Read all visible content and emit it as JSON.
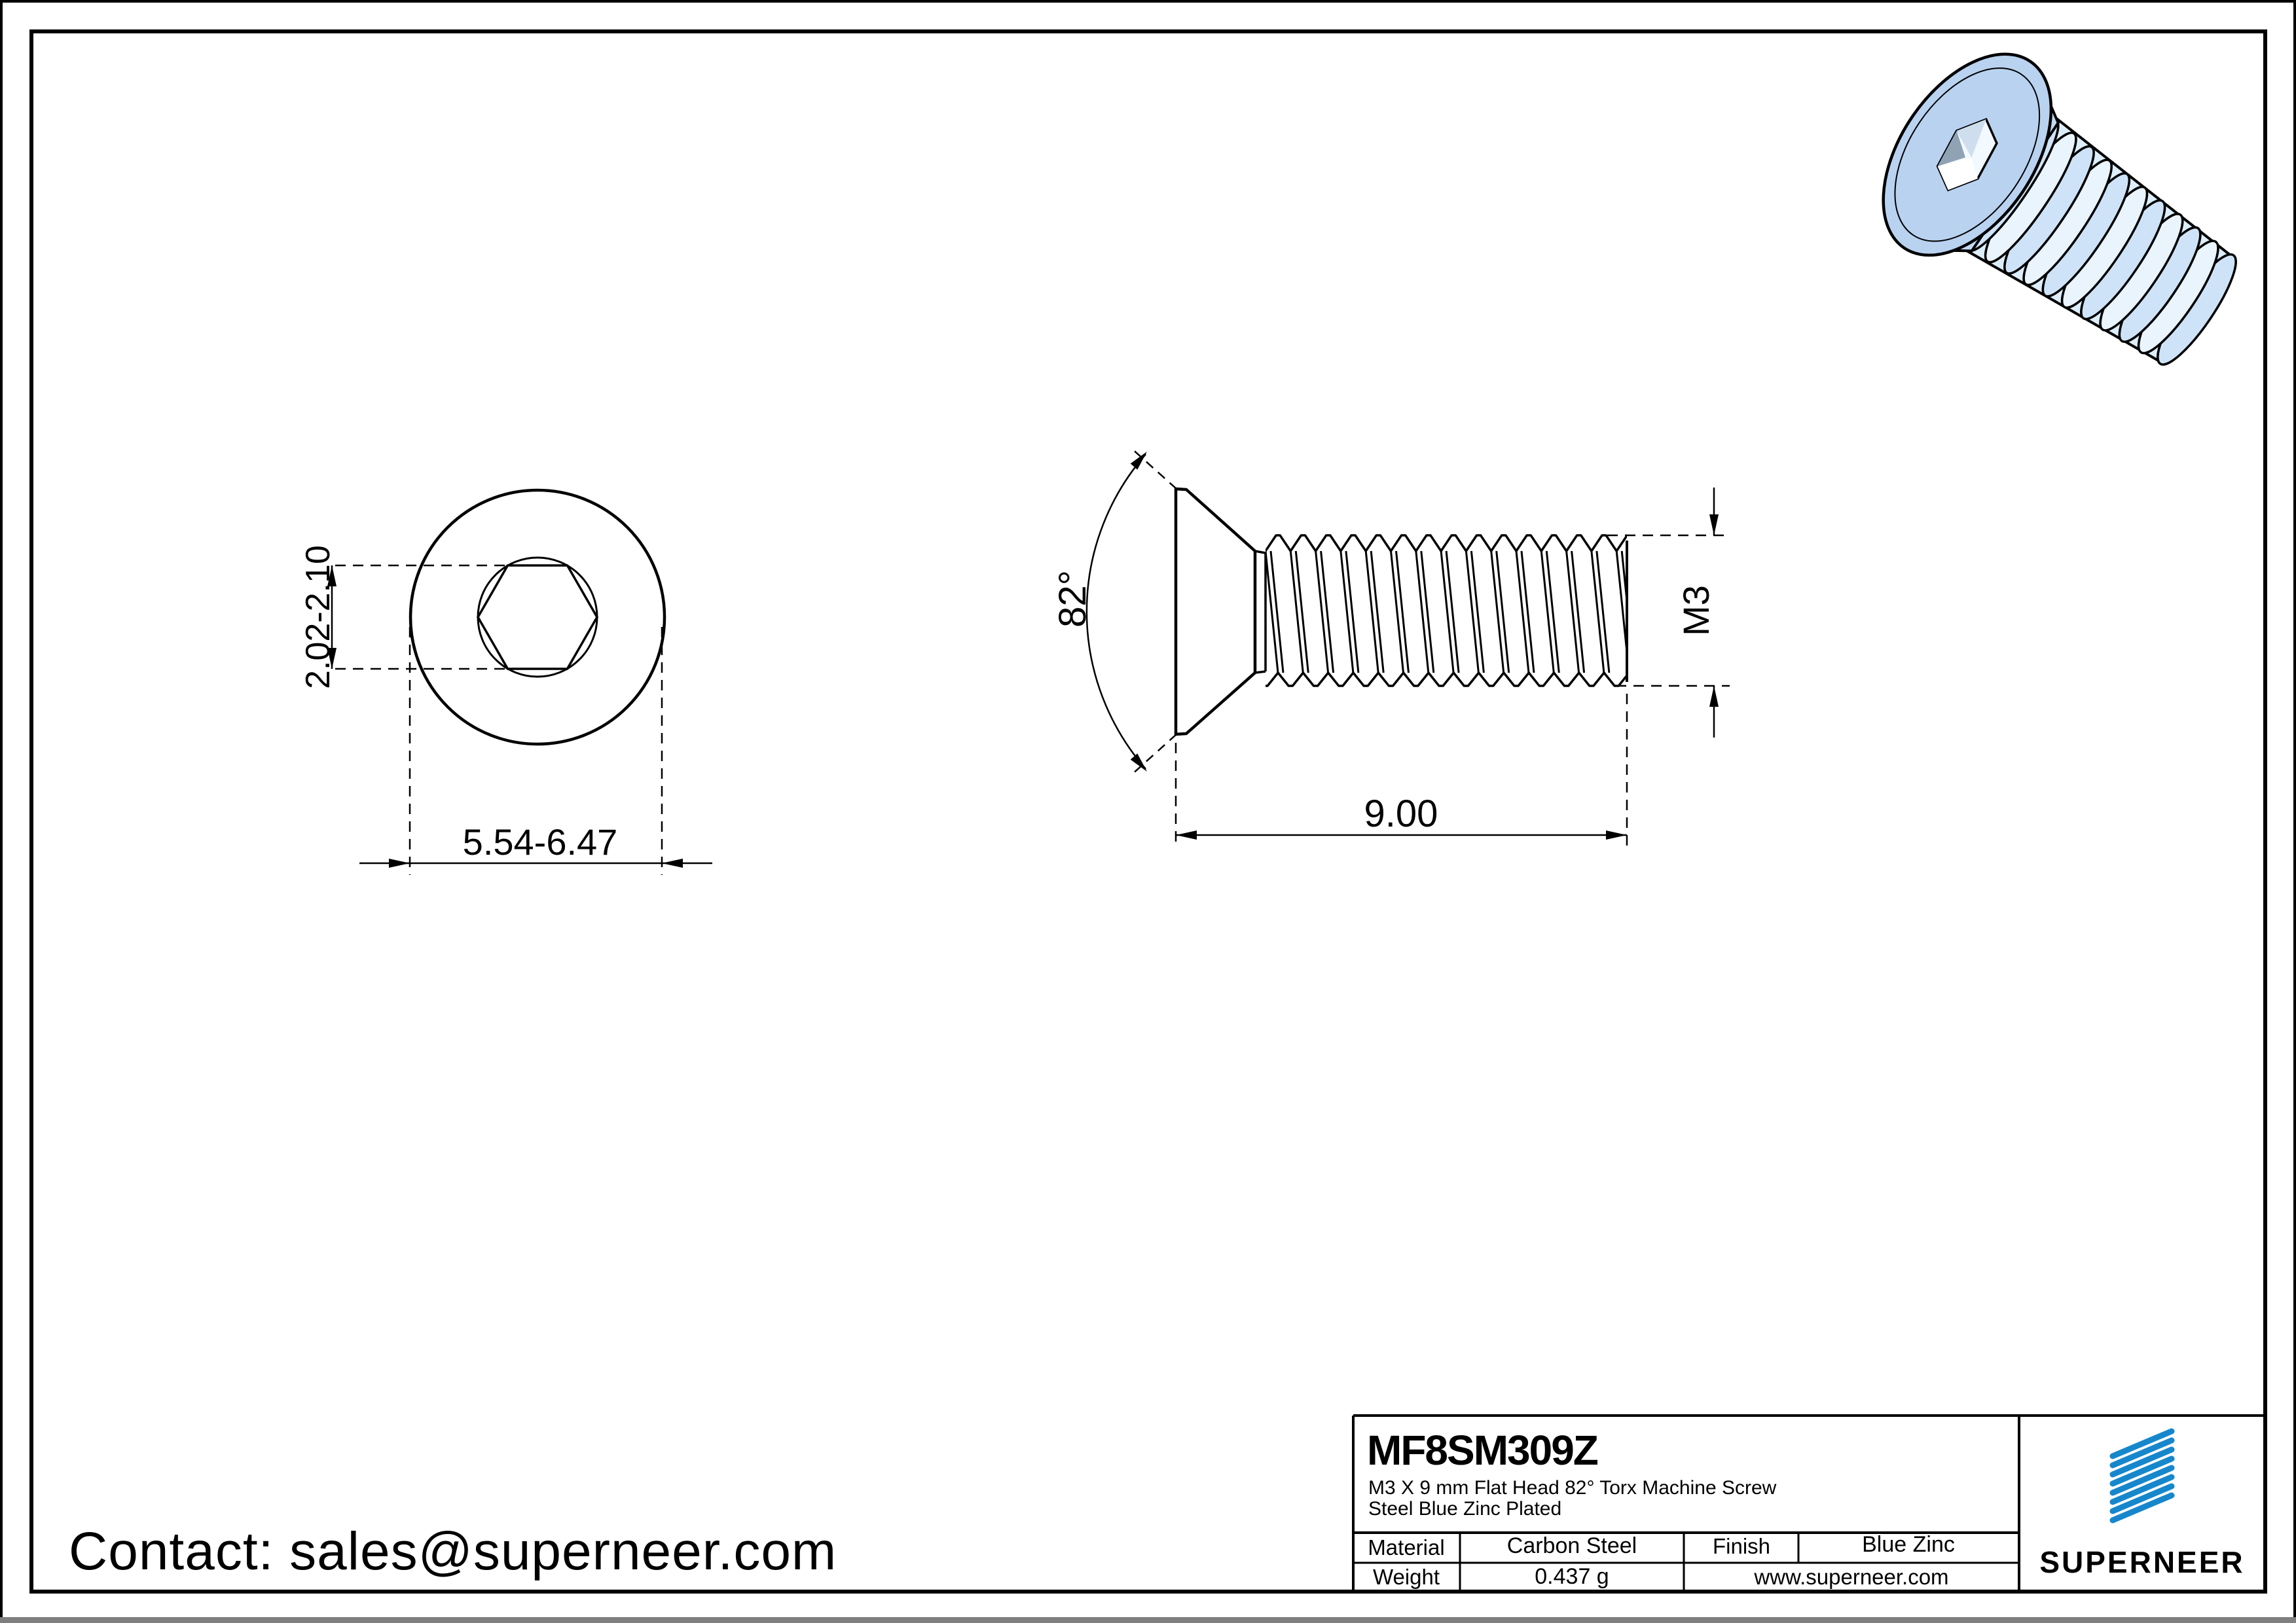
{
  "colors": {
    "line": "#000000",
    "brand_blue": "#1787cc",
    "link_blue": "#1a7fd4",
    "screw_head_fill": "#b9d2f0",
    "screw_thread_fill": "#cfe3f8",
    "screw_thread_alt": "#eaf4fd",
    "bottom_bar_gray": "#7f7f7f"
  },
  "views": {
    "front": {
      "socket_width": "2.02-2.10",
      "head_diameter": "5.54-6.47"
    },
    "side": {
      "head_angle": "82°",
      "thread_spec": "M3",
      "length": "9.00"
    }
  },
  "title_block": {
    "part_number": "MF8SM309Z",
    "description_line1": "M3 X 9 mm  Flat Head 82° Torx Machine Screw",
    "description_line2": "Steel Blue Zinc Plated",
    "material_label": "Material",
    "material_value": "Carbon Steel",
    "finish_label": "Finish",
    "finish_value": "Blue Zinc",
    "weight_label": "Weight",
    "weight_value": "0.437 g",
    "website": "www.superneer.com",
    "brand": "SUPERNEER"
  },
  "footer": {
    "contact": "Contact: sales@superneer.com"
  }
}
